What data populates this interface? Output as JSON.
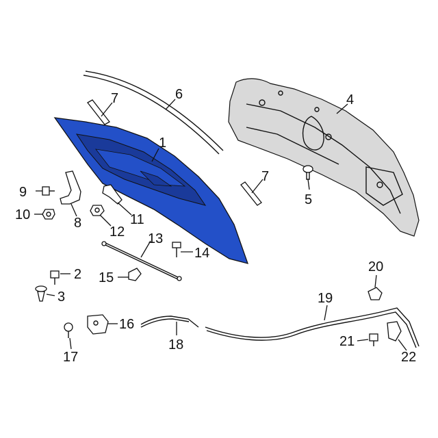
{
  "colors": {
    "hood_fill": "#2350c8",
    "hood_dark": "#1a3a9a",
    "insulator_fill": "#d9d9d9",
    "line": "#111111"
  },
  "callouts": [
    {
      "id": "1",
      "label": "1",
      "part": "hood-panel"
    },
    {
      "id": "2",
      "label": "2",
      "part": "bolt"
    },
    {
      "id": "3",
      "label": "3",
      "part": "push-pin-clip"
    },
    {
      "id": "4",
      "label": "4",
      "part": "hood-insulator"
    },
    {
      "id": "5",
      "label": "5",
      "part": "insulator-retainer"
    },
    {
      "id": "6",
      "label": "6",
      "part": "front-seal-strip"
    },
    {
      "id": "7a",
      "label": "7",
      "part": "bumper-pad-left"
    },
    {
      "id": "7b",
      "label": "7",
      "part": "bumper-pad-right"
    },
    {
      "id": "8",
      "label": "8",
      "part": "hinge-bracket"
    },
    {
      "id": "9",
      "label": "9",
      "part": "hinge-bolt"
    },
    {
      "id": "10",
      "label": "10",
      "part": "hinge-nut"
    },
    {
      "id": "11",
      "label": "11",
      "part": "prop-rod-grommet"
    },
    {
      "id": "12",
      "label": "12",
      "part": "nut"
    },
    {
      "id": "13",
      "label": "13",
      "part": "prop-rod"
    },
    {
      "id": "14",
      "label": "14",
      "part": "screw"
    },
    {
      "id": "15",
      "label": "15",
      "part": "prop-rod-clip"
    },
    {
      "id": "16",
      "label": "16",
      "part": "latch-bracket"
    },
    {
      "id": "17",
      "label": "17",
      "part": "bracket-bolt"
    },
    {
      "id": "18",
      "label": "18",
      "part": "release-handle-cable"
    },
    {
      "id": "19",
      "label": "19",
      "part": "release-cable"
    },
    {
      "id": "20",
      "label": "20",
      "part": "cable-nut"
    },
    {
      "id": "21",
      "label": "21",
      "part": "cable-bolt"
    },
    {
      "id": "22",
      "label": "22",
      "part": "cable-clip"
    }
  ]
}
